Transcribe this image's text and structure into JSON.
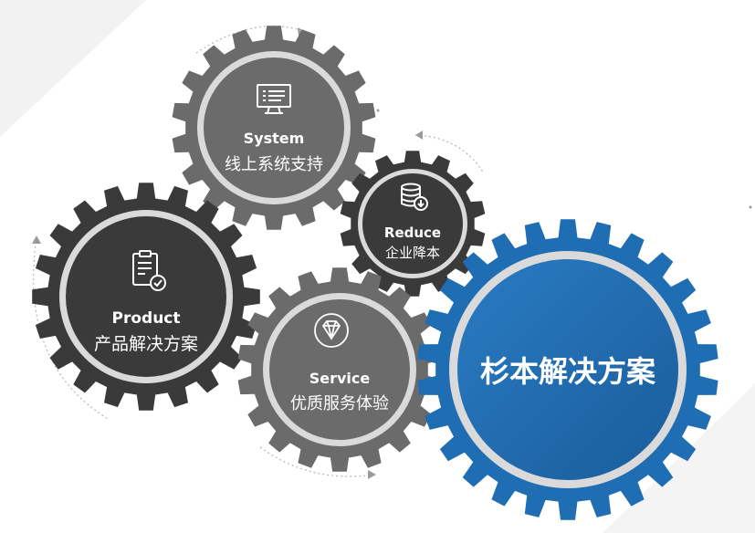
{
  "gears": {
    "system": {
      "title": "System",
      "subtitle": "线上系统支持",
      "icon": "monitor-list-icon",
      "color": "#6b6b6b"
    },
    "reduce": {
      "title": "Reduce",
      "subtitle": "企业降本",
      "icon": "database-download-icon",
      "color": "#3a3a3a"
    },
    "product": {
      "title": "Product",
      "subtitle": "产品解决方案",
      "icon": "clipboard-check-icon",
      "color": "#3a3a3a"
    },
    "service": {
      "title": "Service",
      "subtitle": "优质服务体验",
      "icon": "diamond-icon",
      "color": "#6b6b6b"
    },
    "main": {
      "title": "杉本解决方案",
      "color": "#1f6db2"
    }
  },
  "colors": {
    "background": "#ffffff",
    "ring": "#d9d9d9",
    "accent_blue": "#1f6db2"
  }
}
